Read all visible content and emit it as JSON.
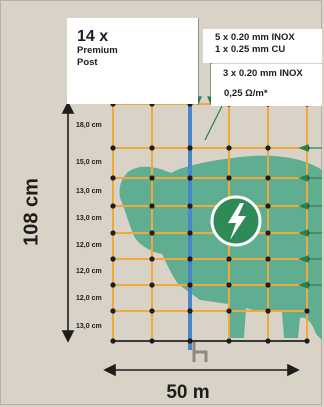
{
  "post": {
    "count": "14 x",
    "name_line1": "Premium",
    "name_line2": "Post"
  },
  "wire": {
    "line1": "5 x 0.20 mm INOX",
    "line2": "1 x 0.25 mm CU"
  },
  "vertical_strands": "3 x 0.20 mm INOX",
  "resistance": "0,25 Ω/m*",
  "height": "108 cm",
  "width": "50 m",
  "spacings": [
    "18,0 cm",
    "15,0 cm",
    "13,0 cm",
    "13,0 cm",
    "12,0 cm",
    "12,0 cm",
    "12,0 cm",
    "13,0 cm"
  ],
  "colors": {
    "background": "#d8d2c7",
    "wire": "#f0a93a",
    "post": "#4a86c8",
    "arrow": "#2e7d4a",
    "animal": "#5fae92",
    "badge": "#2e8b57"
  },
  "icons": {
    "badge": "lightning-bolt-icon"
  }
}
